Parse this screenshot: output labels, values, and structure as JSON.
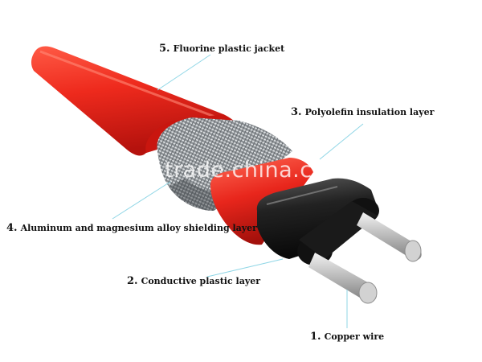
{
  "labels": [
    {
      "num": "5.",
      "text": "Fluorine plastic jacket"
    },
    {
      "num": "3.",
      "text": "Polyolefin insulation layer"
    },
    {
      "num": "4.",
      "text": "Aluminum and magnesium alloy shielding layer"
    },
    {
      "num": "2.",
      "text": "Conductive plastic layer"
    },
    {
      "num": "1.",
      "text": "Copper wire"
    }
  ],
  "watermark": "trade.china.cn",
  "colors": {
    "jacket": "#e8261c",
    "insulation": "#1c1c1c",
    "braid": "#b9bcbf",
    "copper": "#c9c9c9",
    "leader": "#8fd6e6"
  }
}
